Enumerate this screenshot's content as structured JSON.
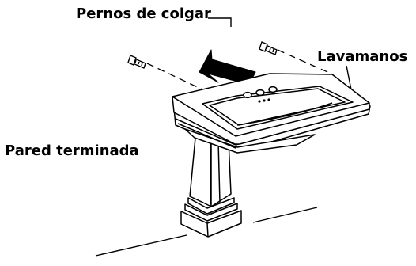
{
  "labels": {
    "hanger_bolts": "Pernos de colgar",
    "lavatory": "Lavamanos",
    "finished_wall": "Pared terminada"
  },
  "colors": {
    "ink": "#000000",
    "paper": "#ffffff"
  }
}
